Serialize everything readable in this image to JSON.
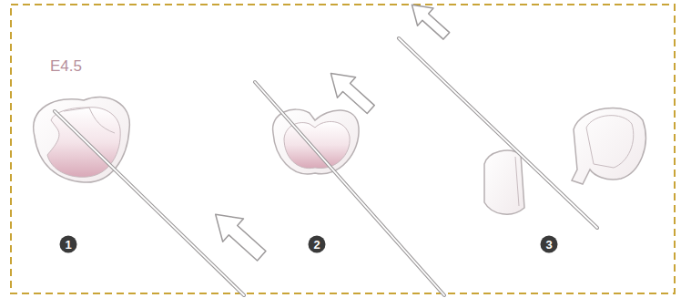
{
  "diagram": {
    "nodes": [
      {
        "text": [
          "1"
        ]
      },
      {
        "text": [
          "2"
        ]
      },
      {
        "text": [
          "3"
        ]
      }
    ],
    "labels": [
      "E4.5"
    ]
  }
}
